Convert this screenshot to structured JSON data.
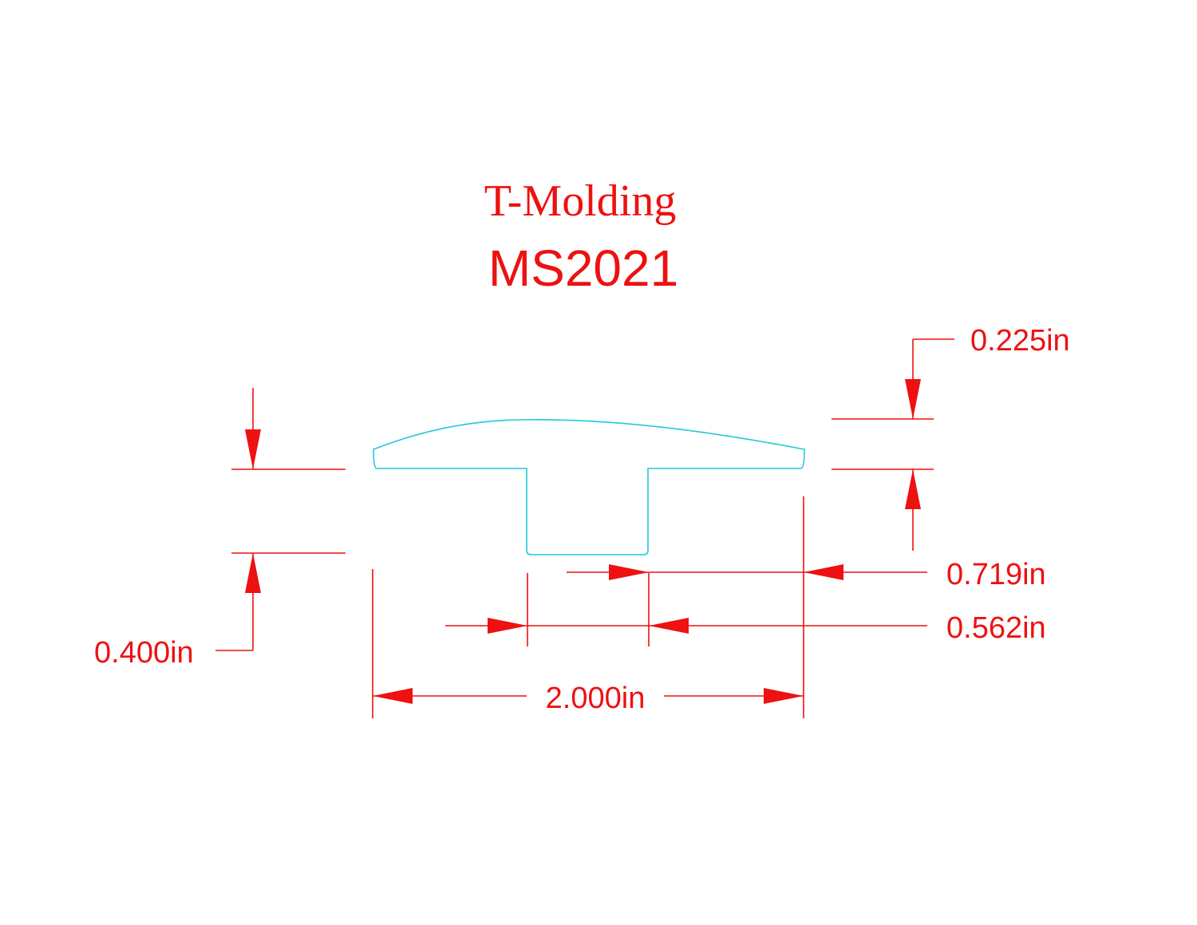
{
  "title": "T-Molding",
  "part_number": "MS2021",
  "dimensions": {
    "total_height": "0.400in",
    "cap_thickness": "0.225in",
    "stem_gap": "0.719in",
    "stem_width": "0.562in",
    "overall_width": "2.000in"
  },
  "colors": {
    "annotation": "#ee1111",
    "profile": "#22c8d8",
    "background": "#ffffff"
  }
}
